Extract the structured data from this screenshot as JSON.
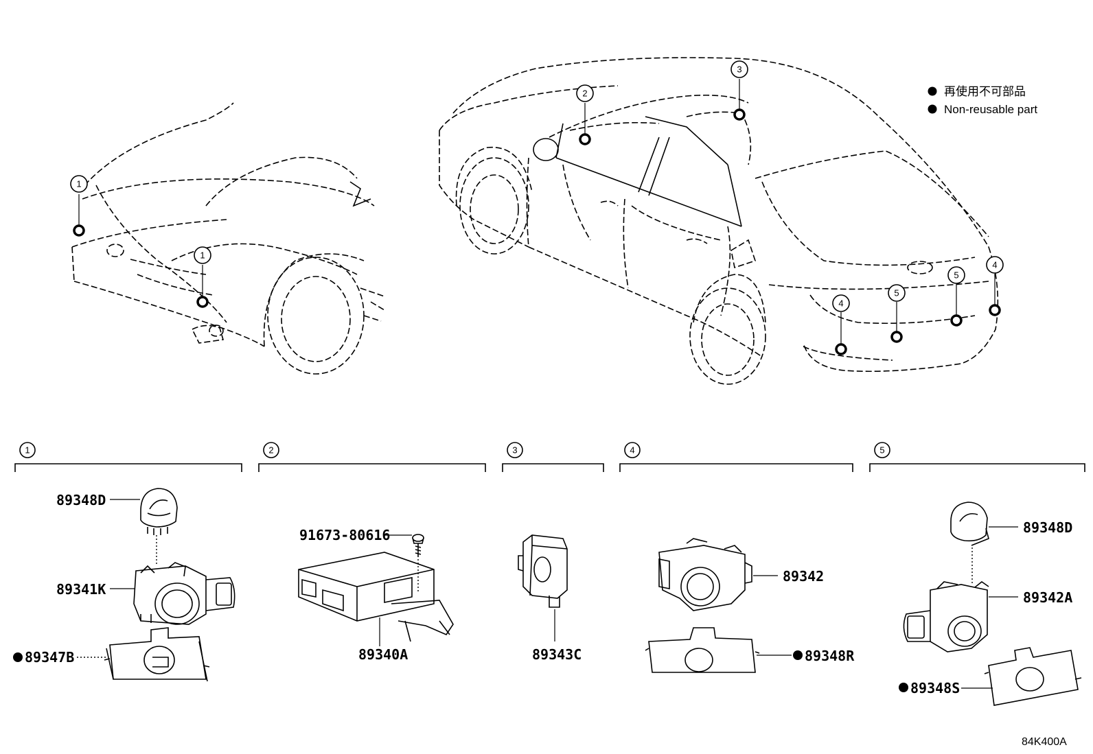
{
  "legend": {
    "items": [
      "再使用不可部品",
      "Non-reusable part"
    ]
  },
  "callouts": {
    "front_1a": "1",
    "front_1b": "1",
    "main_2": "2",
    "main_3": "3",
    "rear_4a": "4",
    "rear_4b": "4",
    "rear_5a": "5",
    "rear_5b": "5"
  },
  "groups": [
    {
      "number": "1"
    },
    {
      "number": "2"
    },
    {
      "number": "3"
    },
    {
      "number": "4"
    },
    {
      "number": "5"
    }
  ],
  "parts": {
    "g1_cover": "89348D",
    "g1_sensor": "89341K",
    "g1_retainer": "89347B",
    "g2_screw": "91673-80616",
    "g2_ecu": "89340A",
    "g3_buzzer": "89343C",
    "g4_sensor": "89342",
    "g4_retainer": "89348R",
    "g5_cover": "89348D",
    "g5_sensor": "89342A",
    "g5_retainer": "89348S"
  },
  "non_reusable": [
    "89347B",
    "89348R",
    "89348S"
  ],
  "diagram_code": "84K400A"
}
